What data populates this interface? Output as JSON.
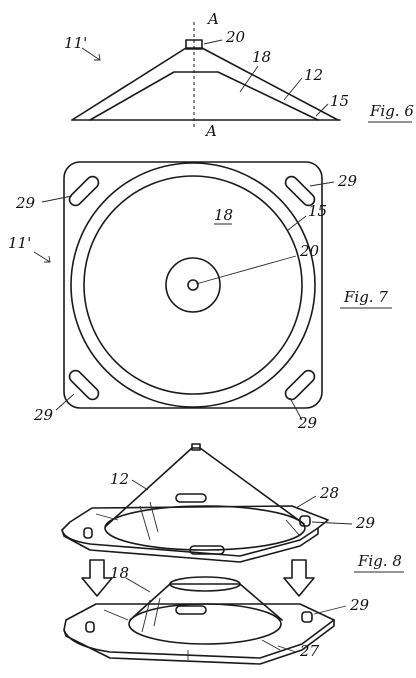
{
  "figures": {
    "fig6": {
      "caption": "Fig. 6",
      "labels": {
        "device": "11'",
        "section_top": "A",
        "section_bottom": "A",
        "apex": "20",
        "inner_cone": "18",
        "cone": "12",
        "base": "15"
      }
    },
    "fig7": {
      "caption": "Fig. 7",
      "labels": {
        "device": "11'",
        "slot_top_left": "29",
        "slot_top_right": "29",
        "slot_bottom_left": "29",
        "slot_bottom_right": "29",
        "center_region": "18",
        "ring": "15",
        "center_hole": "20"
      }
    },
    "fig8": {
      "caption": "Fig. 8",
      "labels": {
        "cone": "12",
        "plate_top": "28",
        "slot_top": "29",
        "inner_cone": "18",
        "slot_bottom": "29",
        "plate_bottom": "27"
      }
    }
  }
}
